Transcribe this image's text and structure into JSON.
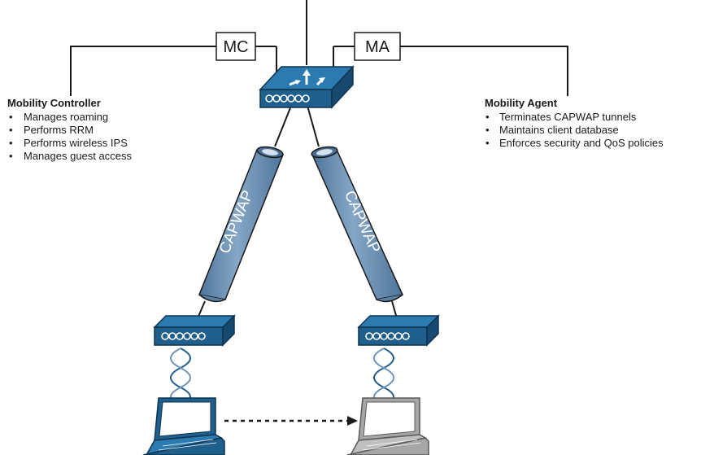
{
  "mc_box": {
    "label": "MC"
  },
  "ma_box": {
    "label": "MA"
  },
  "mobility_controller": {
    "title": "Mobility Controller",
    "bullets": [
      "Manages roaming",
      "Performs RRM",
      "Performs wireless IPS",
      "Manages guest access"
    ]
  },
  "mobility_agent": {
    "title": "Mobility Agent",
    "bullets": [
      "Terminates CAPWAP tunnels",
      "Maintains client database",
      "Enforces security and QoS policies"
    ]
  },
  "tunnels": {
    "left_label": "CAPWAP",
    "right_label": "CAPWAP"
  },
  "bullet_char": "•",
  "colors": {
    "device_blue": "#1f5f8b",
    "device_top": "#2b7bb0",
    "tunnel_blue": "#6f93b5",
    "laptop_active": "#1f5f8b",
    "laptop_roamed": "#a6a6a6",
    "line": "#1a1a1a"
  },
  "icons": {
    "core_switch": "multilayer-switch-icon",
    "access_switch": "switch-icon",
    "laptop": "laptop-icon",
    "wireless": "wireless-link-icon"
  }
}
